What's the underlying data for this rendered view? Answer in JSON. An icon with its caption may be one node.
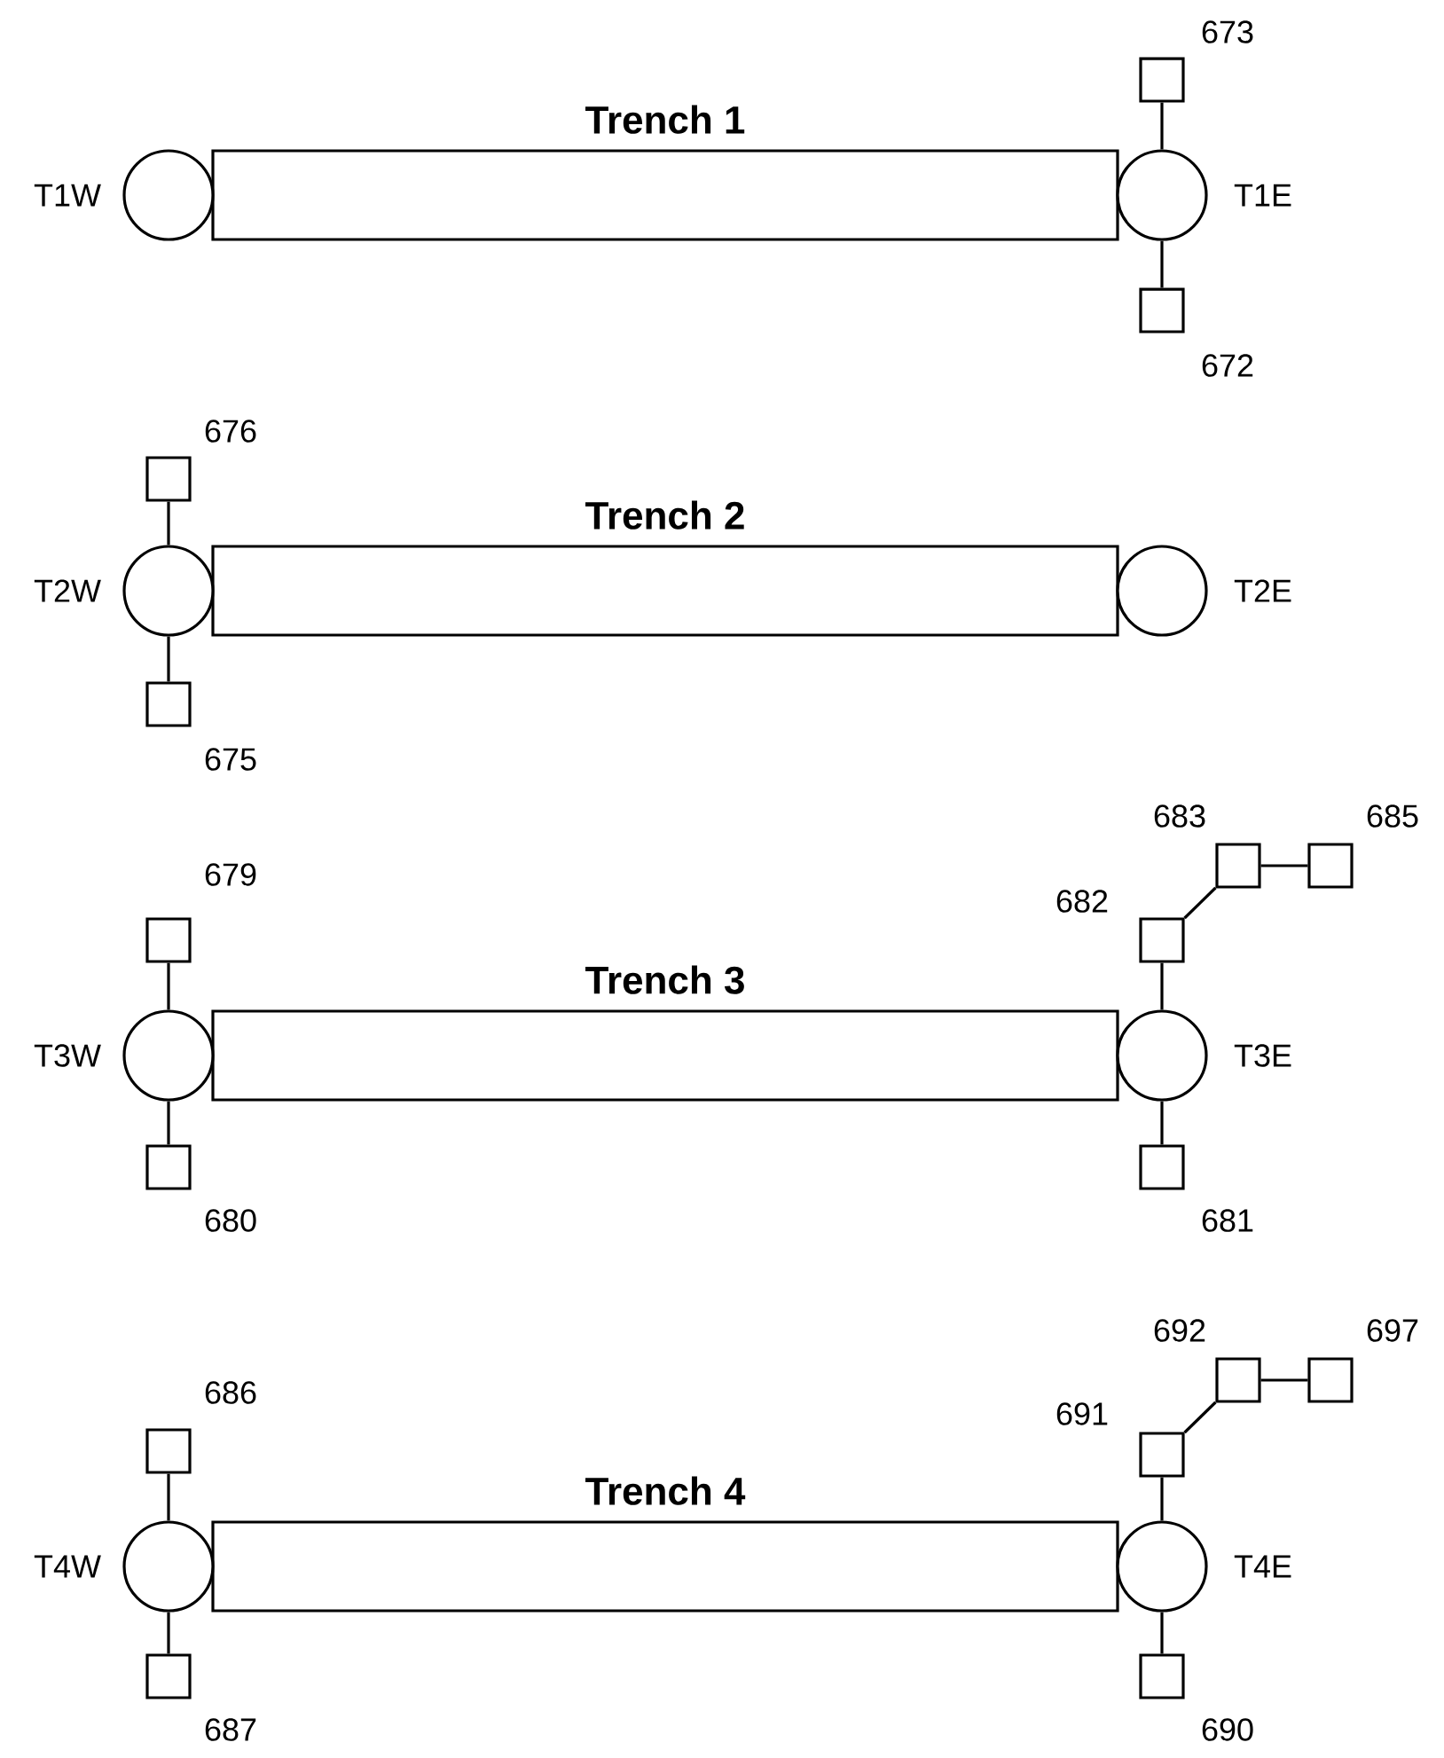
{
  "diagram": {
    "nodes": [
      {
        "text": [
          "Trench 1"
        ]
      },
      {
        "text": [],
        "shape": "circle",
        "beside": [
          "T1W"
        ]
      },
      {
        "text": [],
        "shape": "circle",
        "beside": [
          "T1E"
        ]
      },
      {
        "text": [],
        "shape": "box",
        "beside": [
          "673"
        ]
      },
      {
        "text": [],
        "shape": "box",
        "beside": [
          "672"
        ]
      },
      {
        "text": [
          "Trench 2"
        ]
      },
      {
        "text": [],
        "shape": "circle",
        "beside": [
          "T2W"
        ]
      },
      {
        "text": [],
        "shape": "circle",
        "beside": [
          "T2E"
        ]
      },
      {
        "text": [],
        "shape": "box",
        "beside": [
          "676"
        ]
      },
      {
        "text": [],
        "shape": "box",
        "beside": [
          "675"
        ]
      },
      {
        "text": [
          "Trench 3"
        ]
      },
      {
        "text": [],
        "shape": "circle",
        "beside": [
          "T3W"
        ]
      },
      {
        "text": [],
        "shape": "circle",
        "beside": [
          "T3E"
        ]
      },
      {
        "text": [],
        "shape": "box",
        "beside": [
          "679"
        ]
      },
      {
        "text": [],
        "shape": "box",
        "beside": [
          "680"
        ]
      },
      {
        "text": [],
        "shape": "box",
        "beside": [
          "682"
        ]
      },
      {
        "text": [],
        "shape": "box",
        "beside": [
          "683"
        ]
      },
      {
        "text": [],
        "shape": "box",
        "beside": [
          "685"
        ]
      },
      {
        "text": [],
        "shape": "box",
        "beside": [
          "681"
        ]
      },
      {
        "text": [
          "Trench 4"
        ]
      },
      {
        "text": [],
        "shape": "circle",
        "beside": [
          "T4W"
        ]
      },
      {
        "text": [],
        "shape": "circle",
        "beside": [
          "T4E"
        ]
      },
      {
        "text": [],
        "shape": "box",
        "beside": [
          "686"
        ]
      },
      {
        "text": [],
        "shape": "box",
        "beside": [
          "687"
        ]
      },
      {
        "text": [],
        "shape": "box",
        "beside": [
          "691"
        ]
      },
      {
        "text": [],
        "shape": "box",
        "beside": [
          "692"
        ]
      },
      {
        "text": [],
        "shape": "box",
        "beside": [
          "697"
        ]
      },
      {
        "text": [],
        "shape": "box",
        "beside": [
          "690"
        ]
      }
    ],
    "edges": [
      {
        "from": 2,
        "to": 3,
        "arrow": "none"
      },
      {
        "from": 2,
        "to": 4,
        "arrow": "none"
      },
      {
        "from": 6,
        "to": 8,
        "arrow": "none"
      },
      {
        "from": 6,
        "to": 9,
        "arrow": "none"
      },
      {
        "from": 11,
        "to": 13,
        "arrow": "none"
      },
      {
        "from": 11,
        "to": 14,
        "arrow": "none"
      },
      {
        "from": 12,
        "to": 15,
        "arrow": "none"
      },
      {
        "from": 15,
        "to": 16,
        "arrow": "none"
      },
      {
        "from": 16,
        "to": 17,
        "arrow": "none"
      },
      {
        "from": 12,
        "to": 18,
        "arrow": "none"
      },
      {
        "from": 20,
        "to": 22,
        "arrow": "none"
      },
      {
        "from": 20,
        "to": 23,
        "arrow": "none"
      },
      {
        "from": 21,
        "to": 24,
        "arrow": "none"
      },
      {
        "from": 24,
        "to": 25,
        "arrow": "none"
      },
      {
        "from": 25,
        "to": 26,
        "arrow": "none"
      },
      {
        "from": 21,
        "to": 27,
        "arrow": "none"
      }
    ]
  }
}
